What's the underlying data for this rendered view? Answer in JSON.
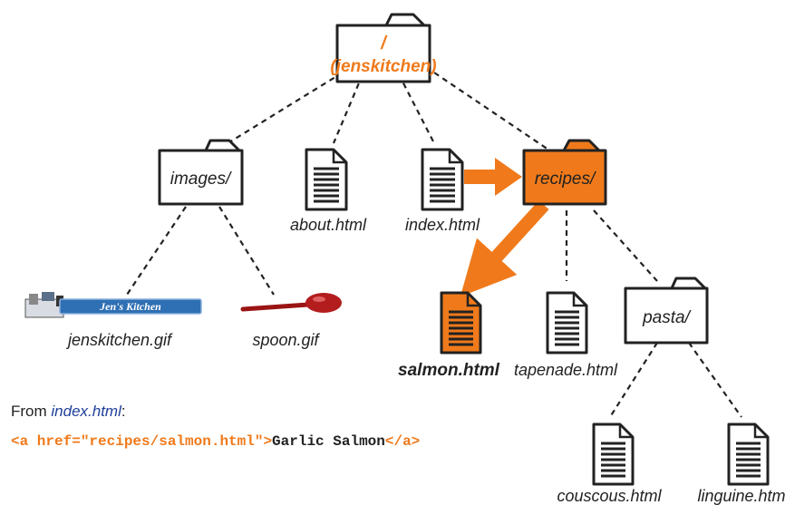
{
  "diagram": {
    "root_line1": "/",
    "root_line2": "(jenskitchen)",
    "images_label": "images/",
    "recipes_label": "recipes/",
    "pasta_label": "pasta/",
    "about_label": "about.html",
    "index_label": "index.html",
    "jenskitchen_label": "jenskitchen.gif",
    "spoon_label": "spoon.gif",
    "salmon_label": "salmon.html",
    "tapenade_label": "tapenade.html",
    "couscous_label": "couscous.html",
    "linguine_label": "linguine.html",
    "logo_text": "Jen's Kitchen"
  },
  "caption": {
    "from": "From ",
    "source": "index.html",
    "colon": ":"
  },
  "code": {
    "open_tag": "<a href=\"recipes/salmon.html\">",
    "text": "Garlic Salmon",
    "close_tag": "</a>"
  },
  "colors": {
    "accent": "#f07a1b",
    "link": "#1f3f9a",
    "ink": "#222222"
  }
}
